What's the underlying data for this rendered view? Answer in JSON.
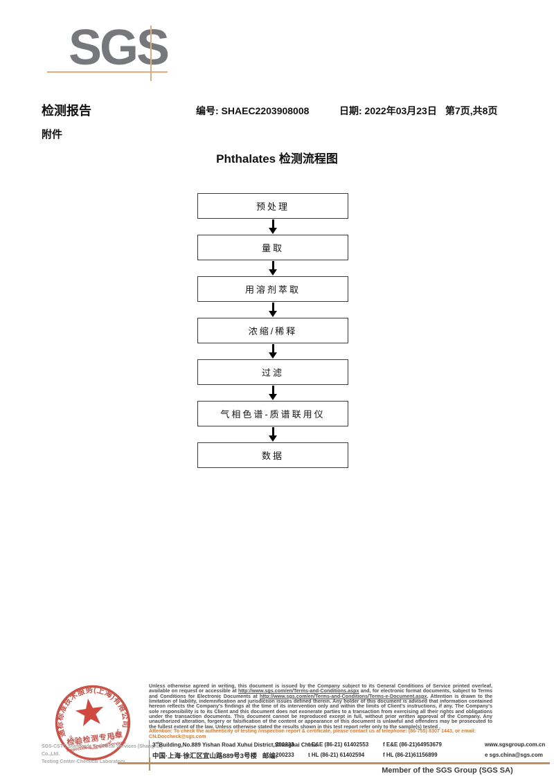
{
  "colors": {
    "accent_tan": "#E4A97C",
    "logo_gray": "#77787B",
    "stamp_red": "#C5443A",
    "attention_orange": "#E87722"
  },
  "logo": {
    "text": "SGS"
  },
  "header": {
    "title": "检测报告",
    "no_label": "编号:",
    "no_value": "SHAEC2203908008",
    "no_line": "编号: SHAEC2203908008",
    "date_line": "日期: 2022年03月23日",
    "page_info": "第7页,共8页",
    "attachment_label": "附件"
  },
  "flowchart": {
    "title": "Phthalates 检测流程图",
    "steps": [
      "预处理",
      "量取",
      "用溶剂萃取",
      "浓缩/稀释",
      "过滤",
      "气相色谱-质谱联用仪",
      "数据"
    ]
  },
  "stamp": {
    "ring_text": "通标标准技术服务(上海)有限公司",
    "center_line1": "检验检测专用章",
    "center_line2": "Inspection & Testing Services",
    "bottom_arc_text": "SGS-CSTC Standards Technical Services"
  },
  "company": {
    "line1": "SGS-CSTC Standards Technical Services (Shanghai) Co.,Ltd.",
    "line2": "Testing Center-Chemical Laboratory."
  },
  "footer": {
    "disclaimer_p1": "Unless otherwise agreed in writing, this document is issued by the Company subject to its General Conditions of Service printed overleaf, available on request or accessible at ",
    "disclaimer_url1": "http://www.sgs.com/en/Terms-and-Conditions.aspx",
    "disclaimer_p2": " and, for electronic format documents, subject to Terms and Conditions for Electronic Documents at ",
    "disclaimer_url2": "http://www.sgs.com/en/Terms-and-Conditions/Terms-e-Document.aspx",
    "disclaimer_p3": ". Attention is drawn to the limitation of liability, indemnification and jurisdiction issues defined therein. Any holder of this document is advised that information contained hereon reflects the Company's findings at the time of its intervention only and within the limits of Client's instructions, if any. The Company's sole responsibility is to its Client and this document does not exonerate parties to a transaction from exercising all their rights and obligations under the transaction documents. This document cannot be reproduced except in full, without prior written approval of the Company. Any unauthorized alteration, forgery or falsification of the content or appearance of this document is unlawful and offenders may be prosecuted to the fullest extent of the law. Unless otherwise stated the results shown in this test report refer only to the sample(s) tested .",
    "attention": "Attention: To check the authenticity of testing /inspection report & certificate, please contact us at telephone: (86-755) 8307 1443, or email: CN.Doccheck@sgs.com",
    "address": {
      "en_num": "3",
      "en_sup": "rd",
      "en_rest": "Building,No.889 Yishan Road Xuhui District,Shanghai China",
      "en_zip": "200233",
      "cn": "中国·上海·徐汇区宜山路889号3号楼",
      "cn_zip_label": "邮编:",
      "cn_zip": "200233",
      "tel1": "t E&E (86-21) 61402553",
      "fax1": "f E&E (86-21)64953679",
      "web": "www.sgsgroup.com.cn",
      "tel2": "t HL (86-21) 61402594",
      "fax2": "f HL (86-21)61156899",
      "email": "e  sgs.china@sgs.com"
    },
    "member": "Member of the SGS Group (SGS SA)"
  }
}
